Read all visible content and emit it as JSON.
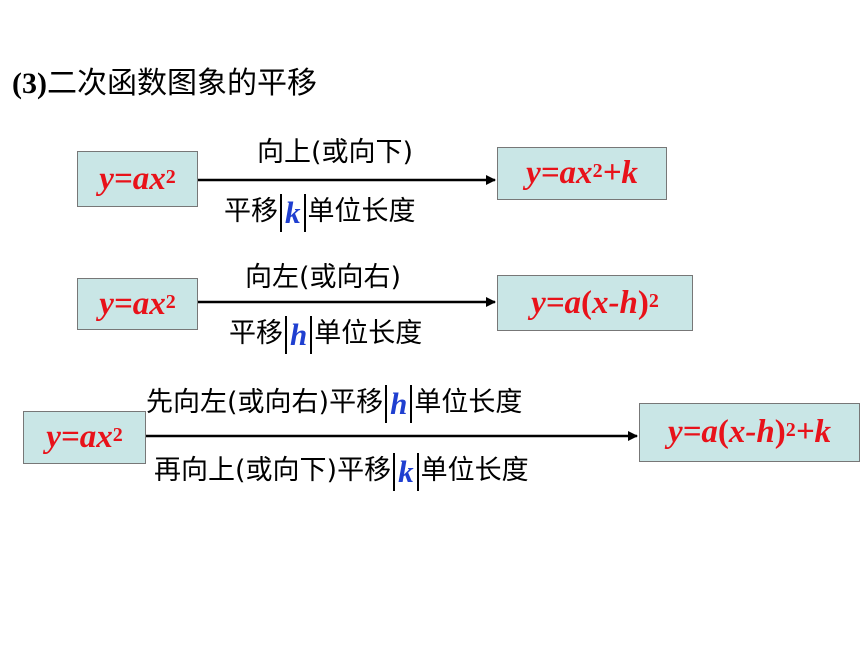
{
  "title": {
    "number": "(3)",
    "text": "二次函数图象的平移"
  },
  "rows": [
    {
      "source": {
        "y": "y=ax",
        "sup": "2"
      },
      "top_label": "向上(或向下)",
      "bottom_prefix": "平移",
      "bottom_var": "k",
      "bottom_suffix": "单位长度",
      "target": {
        "main": "y=ax",
        "sup": "2",
        "tail": "+k"
      }
    },
    {
      "source": {
        "y": "y=ax",
        "sup": "2"
      },
      "top_label": "向左(或向右)",
      "bottom_prefix": "平移",
      "bottom_var": "h",
      "bottom_suffix": "单位长度",
      "target": {
        "a": "y=a",
        "lp": "(",
        "inner": "x-h",
        "rp": ")",
        "sup": "2"
      }
    },
    {
      "source": {
        "y": "y=ax",
        "sup": "2"
      },
      "top_prefix": "先向左(或向右)平移",
      "top_var": "h",
      "top_suffix": "单位长度",
      "bottom_prefix": "再向上(或向下)平移",
      "bottom_var": "k",
      "bottom_suffix": "单位长度",
      "target": {
        "a": "y=a",
        "lp": "(",
        "inner": "x-h",
        "rp": ")",
        "sup": "2",
        "tail": "+k"
      }
    }
  ],
  "colors": {
    "formula": "#e8121a",
    "variable": "#1f3fd0",
    "box_fill": "#c9e6e6"
  }
}
